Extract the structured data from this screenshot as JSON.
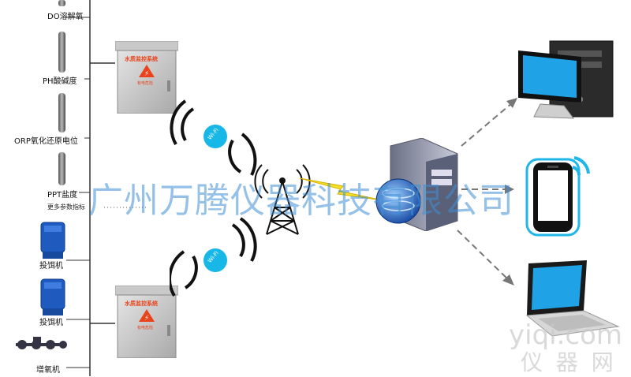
{
  "sensors": [
    {
      "label": "DO溶解氧"
    },
    {
      "label": "PH酸碱度"
    },
    {
      "label": "ORP氧化还原电位"
    },
    {
      "label": "PPT盐度"
    }
  ],
  "more_params": "更多参数指标",
  "devices": [
    {
      "label": "投饵机"
    },
    {
      "label": "投饵机"
    },
    {
      "label": "增氧机"
    }
  ],
  "control_box": {
    "title": "水质监控系统",
    "warning": "有电危险"
  },
  "wifi_label": "Wi-Fi",
  "watermark": "广州万腾仪器科技有限公司",
  "site_watermark": {
    "domain": "yiqi.com",
    "chars": "仪 器 网"
  }
}
